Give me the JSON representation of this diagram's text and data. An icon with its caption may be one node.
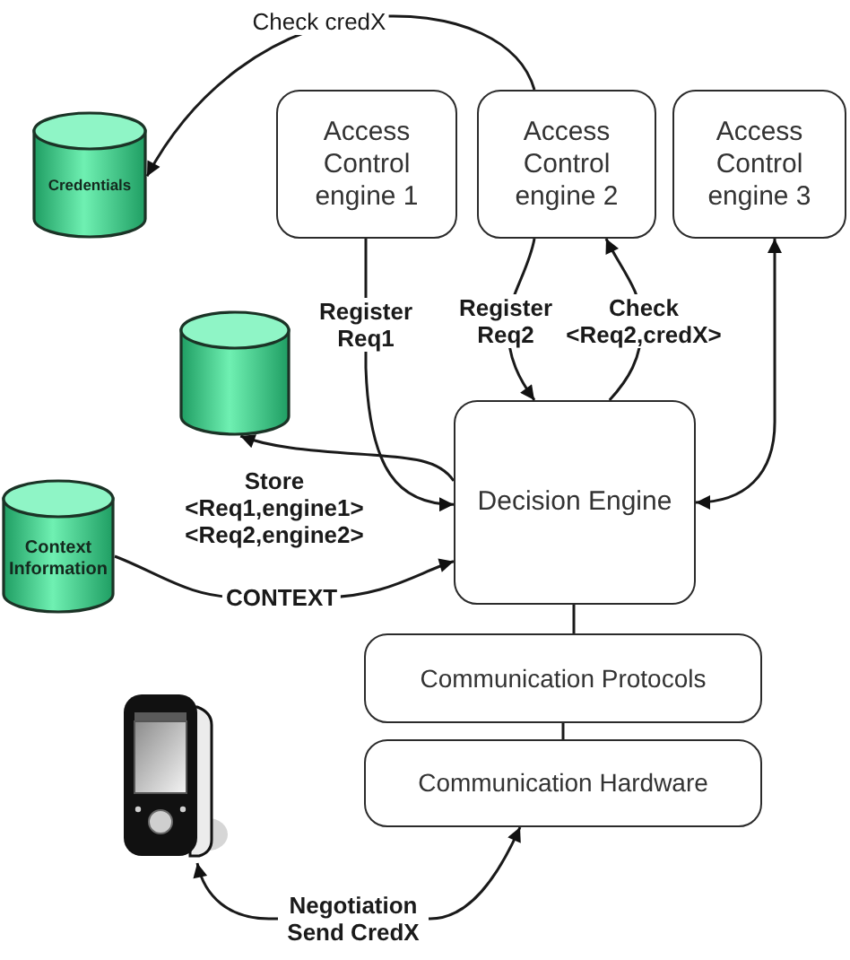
{
  "diagram": {
    "nodes": [
      {
        "text": [
          "Credentials"
        ]
      },
      {
        "text": [
          "Access Control engine 1"
        ]
      },
      {
        "text": [
          "Access Control engine 2"
        ]
      },
      {
        "text": [
          "Access Control engine 3"
        ]
      },
      {
        "text": [],
        "shape": "cylinder"
      },
      {
        "text": [
          "Context Information"
        ]
      },
      {
        "text": [
          "Decision Engine"
        ]
      },
      {
        "text": [
          "Communication Protocols"
        ]
      },
      {
        "text": [
          "Communication Hardware"
        ]
      },
      {
        "text": [],
        "shape": "picture"
      }
    ],
    "edges": [
      {
        "from": 2,
        "to": 0,
        "arrow": "to",
        "label": "Check credX"
      },
      {
        "from": 1,
        "to": 6,
        "arrow": "to",
        "label": "Register Req1"
      },
      {
        "from": 2,
        "to": 6,
        "arrow": "to",
        "label": "Register Req2"
      },
      {
        "from": 6,
        "to": 2,
        "arrow": "to",
        "label": "Check <Req2,credX>"
      },
      {
        "from": 3,
        "to": 6,
        "arrow": "both"
      },
      {
        "from": 6,
        "to": 4,
        "arrow": "to",
        "label": "Store <Req1,engine1> <Req2,engine2>"
      },
      {
        "from": 5,
        "to": 6,
        "arrow": "to",
        "label": "CONTEXT"
      },
      {
        "from": 6,
        "to": 7,
        "arrow": "none"
      },
      {
        "from": 7,
        "to": 8,
        "arrow": "none"
      },
      {
        "from": 9,
        "to": 8,
        "arrow": "both",
        "label": "Negotiation Send CredX"
      }
    ]
  }
}
